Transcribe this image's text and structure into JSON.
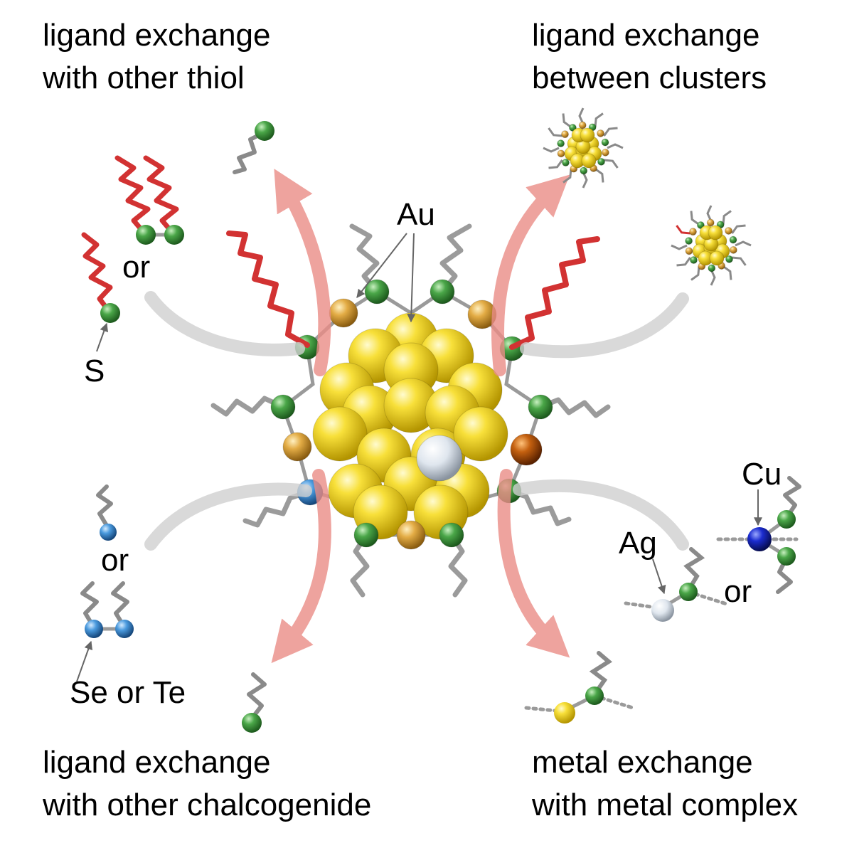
{
  "captions": {
    "top_left": [
      "ligand exchange",
      "with other thiol"
    ],
    "top_right": [
      "ligand exchange",
      "between clusters"
    ],
    "bottom_left": [
      "ligand exchange",
      "with other chalcogenide"
    ],
    "bottom_right": [
      "metal exchange",
      "with metal complex"
    ]
  },
  "labels": {
    "au": "Au",
    "s": "S",
    "or_top": "or",
    "or_left": "or",
    "or_right": "or",
    "se_te": "Se or Te",
    "ag": "Ag",
    "cu": "Cu"
  },
  "colors": {
    "gold_core": "#f2d41e",
    "sulfur": "#3e9a3c",
    "staple_gold": "#d9a23a",
    "selenium": "#3f8fd0",
    "silver": "#dfe6ee",
    "copper_site": "#b5520f",
    "cu_atom": "#1b2ccf",
    "thiol_chain": "#d23232",
    "ligand_chain": "#8a8a8a",
    "arrow_red": "#e88a84",
    "arrow_gray": "#c7c7c7"
  }
}
